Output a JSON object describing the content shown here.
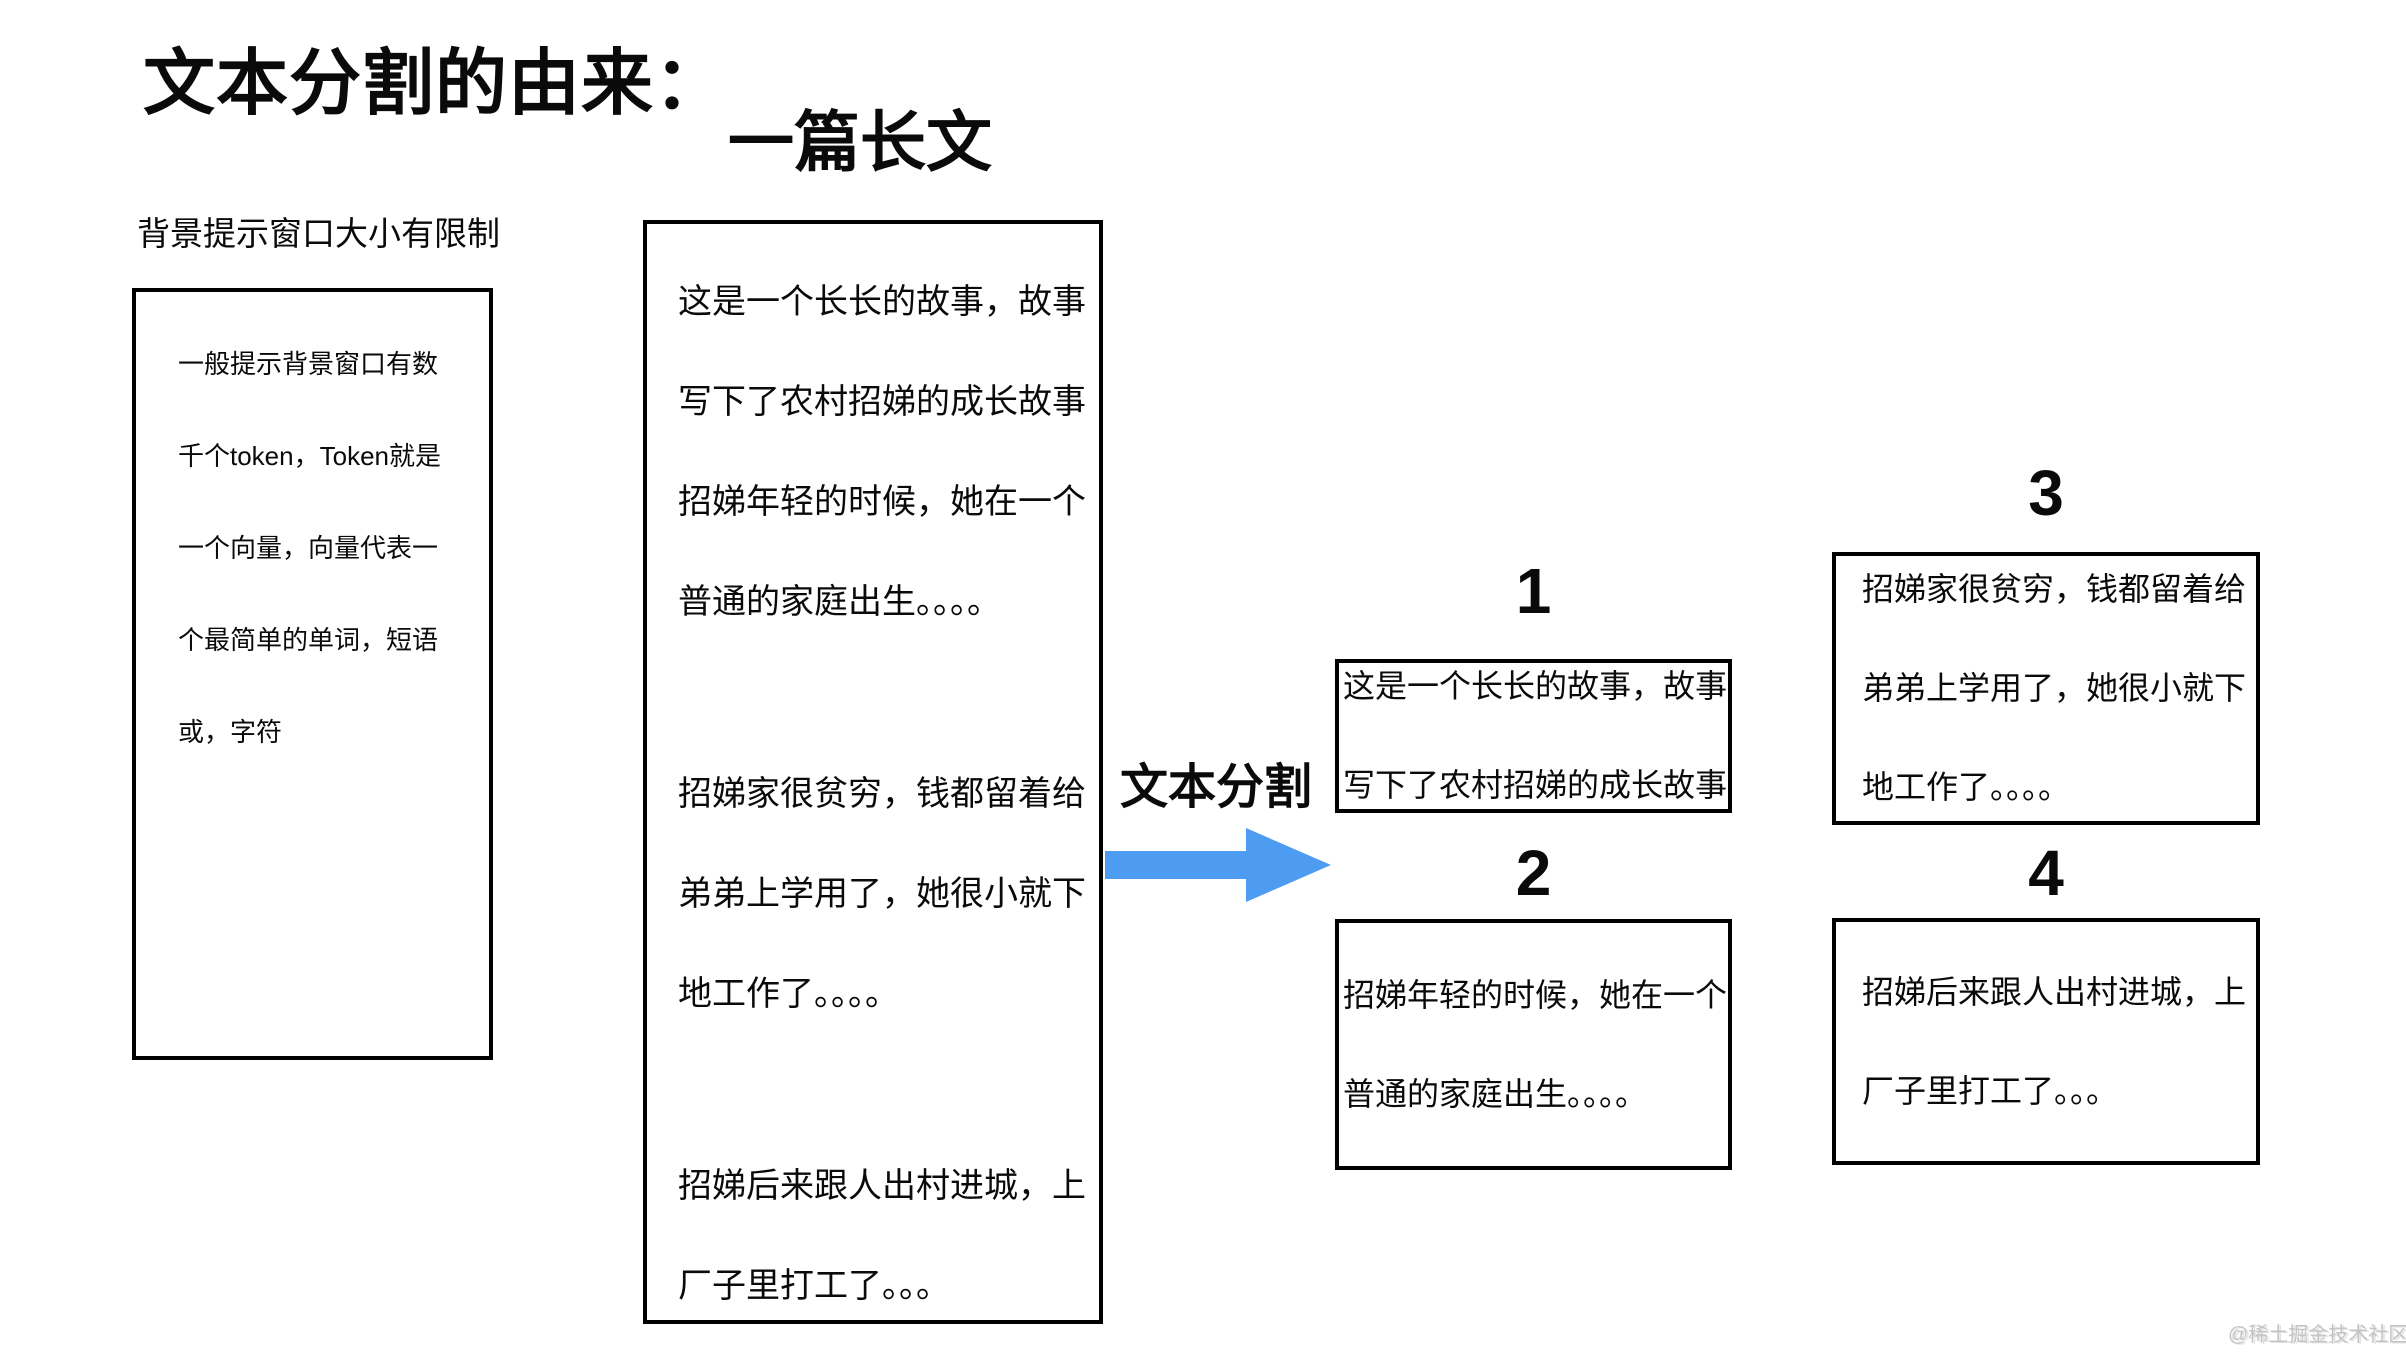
{
  "page": {
    "title": "文本分割的由来：",
    "watermark": "@稀土掘金技术社区",
    "colors": {
      "arrow_blue": "#4D9CF2",
      "text": "#0a0a0a",
      "border": "#000000",
      "watermark_gray": "#c4c4c4"
    }
  },
  "limit_note": {
    "label": "背景提示窗口大小有限制",
    "lines": [
      "一般提示背景窗口有数",
      "千个token，Token就是",
      "一个向量，向量代表一",
      "个最简单的单词，短语",
      "或，字符"
    ]
  },
  "long_text": {
    "heading": "一篇长文",
    "paragraphs": [
      [
        "这是一个长长的故事，故事",
        "写下了农村招娣的成长故事",
        "招娣年轻的时候，她在一个",
        "普通的家庭出生。。。。"
      ],
      [
        "招娣家很贫穷，钱都留着给",
        "弟弟上学用了，她很小就下",
        "地工作了。。。。"
      ],
      [
        "招娣后来跟人出村进城，上",
        "厂子里打工了。。。"
      ]
    ]
  },
  "arrow": {
    "label": "文本分割"
  },
  "chunks": [
    {
      "number": "1",
      "lines": [
        "这是一个长长的故事，故事",
        "写下了农村招娣的成长故事"
      ]
    },
    {
      "number": "2",
      "lines": [
        "招娣年轻的时候，她在一个",
        "普通的家庭出生。。。。"
      ]
    },
    {
      "number": "3",
      "lines": [
        "招娣家很贫穷，钱都留着给",
        "弟弟上学用了，她很小就下",
        "地工作了。。。。"
      ]
    },
    {
      "number": "4",
      "lines": [
        "招娣后来跟人出村进城，上",
        "厂子里打工了。。。"
      ]
    }
  ]
}
